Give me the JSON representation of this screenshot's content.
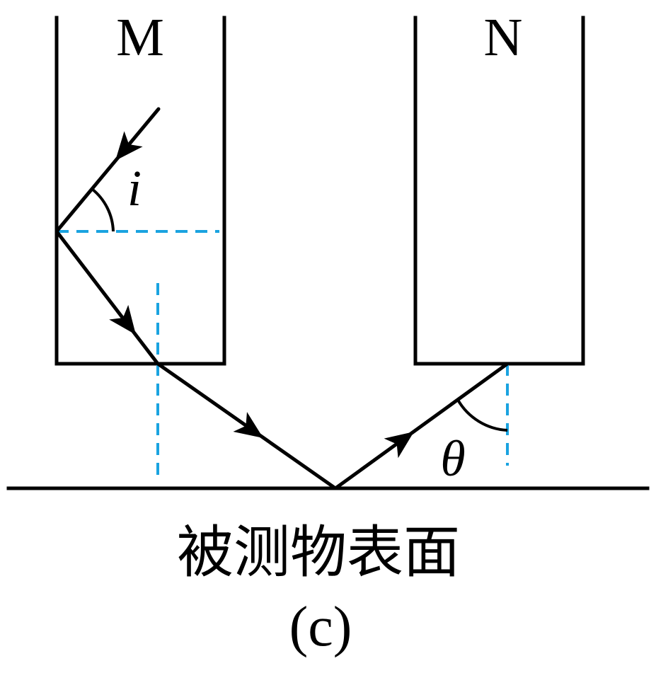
{
  "labels": {
    "block_left": "M",
    "block_right": "N",
    "angle_incidence": "i",
    "angle_theta": "θ"
  },
  "caption": "被测物表面",
  "subfigure": "(c)",
  "colors": {
    "line": "#000000",
    "normal_dashed": "#1aa3e0",
    "background": "#ffffff"
  }
}
